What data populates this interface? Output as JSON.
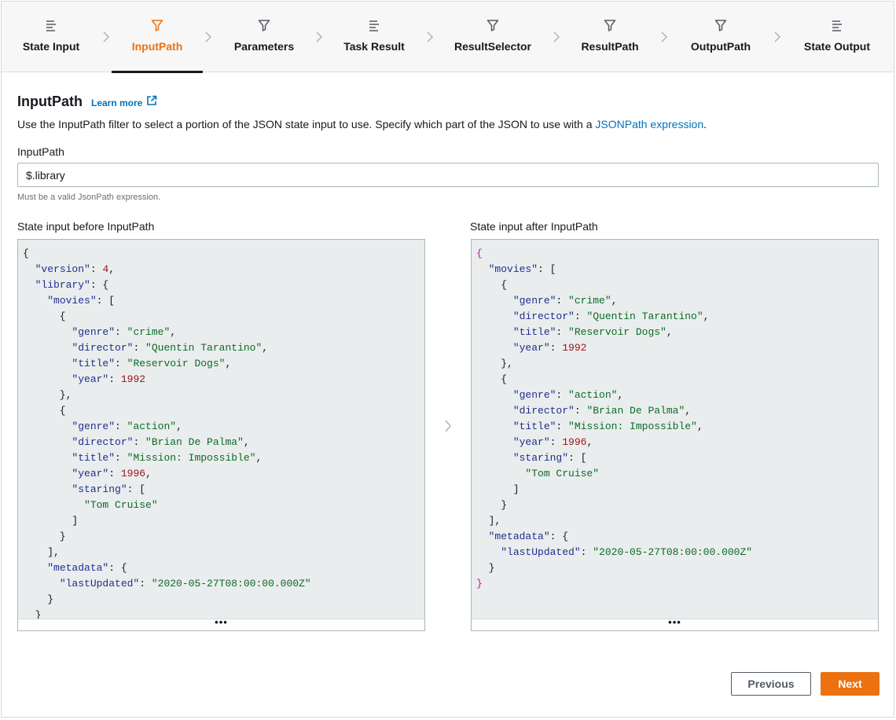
{
  "steps": [
    {
      "label": "State Input",
      "icon": "list-icon"
    },
    {
      "label": "InputPath",
      "icon": "filter-icon"
    },
    {
      "label": "Parameters",
      "icon": "filter-icon"
    },
    {
      "label": "Task Result",
      "icon": "list-icon"
    },
    {
      "label": "ResultSelector",
      "icon": "filter-icon"
    },
    {
      "label": "ResultPath",
      "icon": "filter-icon"
    },
    {
      "label": "OutputPath",
      "icon": "filter-icon"
    },
    {
      "label": "State Output",
      "icon": "list-icon"
    }
  ],
  "active_step": "InputPath",
  "section": {
    "title": "InputPath",
    "learn_more": "Learn more",
    "description_prefix": "Use the InputPath filter to select a portion of the JSON state input to use. Specify which part of the JSON to use with a ",
    "description_link": "JSONPath expression",
    "description_suffix": "."
  },
  "input_field": {
    "label": "InputPath",
    "value": "$.library",
    "hint": "Must be a valid JsonPath expression."
  },
  "before_panel": {
    "title": "State input before InputPath",
    "lines": [
      [
        [
          "p",
          "{"
        ]
      ],
      [
        [
          "p",
          "  "
        ],
        [
          "k",
          "\"version\""
        ],
        [
          "p",
          ": "
        ],
        [
          "n",
          "4"
        ],
        [
          "p",
          ","
        ]
      ],
      [
        [
          "p",
          "  "
        ],
        [
          "k",
          "\"library\""
        ],
        [
          "p",
          ": {"
        ]
      ],
      [
        [
          "p",
          "    "
        ],
        [
          "k",
          "\"movies\""
        ],
        [
          "p",
          ": ["
        ]
      ],
      [
        [
          "p",
          "      {"
        ]
      ],
      [
        [
          "p",
          "        "
        ],
        [
          "k",
          "\"genre\""
        ],
        [
          "p",
          ": "
        ],
        [
          "s",
          "\"crime\""
        ],
        [
          "p",
          ","
        ]
      ],
      [
        [
          "p",
          "        "
        ],
        [
          "k",
          "\"director\""
        ],
        [
          "p",
          ": "
        ],
        [
          "s",
          "\"Quentin Tarantino\""
        ],
        [
          "p",
          ","
        ]
      ],
      [
        [
          "p",
          "        "
        ],
        [
          "k",
          "\"title\""
        ],
        [
          "p",
          ": "
        ],
        [
          "s",
          "\"Reservoir Dogs\""
        ],
        [
          "p",
          ","
        ]
      ],
      [
        [
          "p",
          "        "
        ],
        [
          "k",
          "\"year\""
        ],
        [
          "p",
          ": "
        ],
        [
          "n",
          "1992"
        ]
      ],
      [
        [
          "p",
          "      },"
        ]
      ],
      [
        [
          "p",
          "      {"
        ]
      ],
      [
        [
          "p",
          "        "
        ],
        [
          "k",
          "\"genre\""
        ],
        [
          "p",
          ": "
        ],
        [
          "s",
          "\"action\""
        ],
        [
          "p",
          ","
        ]
      ],
      [
        [
          "p",
          "        "
        ],
        [
          "k",
          "\"director\""
        ],
        [
          "p",
          ": "
        ],
        [
          "s",
          "\"Brian De Palma\""
        ],
        [
          "p",
          ","
        ]
      ],
      [
        [
          "p",
          "        "
        ],
        [
          "k",
          "\"title\""
        ],
        [
          "p",
          ": "
        ],
        [
          "s",
          "\"Mission: Impossible\""
        ],
        [
          "p",
          ","
        ]
      ],
      [
        [
          "p",
          "        "
        ],
        [
          "k",
          "\"year\""
        ],
        [
          "p",
          ": "
        ],
        [
          "n",
          "1996"
        ],
        [
          "p",
          ","
        ]
      ],
      [
        [
          "p",
          "        "
        ],
        [
          "k",
          "\"staring\""
        ],
        [
          "p",
          ": ["
        ]
      ],
      [
        [
          "p",
          "          "
        ],
        [
          "s",
          "\"Tom Cruise\""
        ]
      ],
      [
        [
          "p",
          "        ]"
        ]
      ],
      [
        [
          "p",
          "      }"
        ]
      ],
      [
        [
          "p",
          "    ],"
        ]
      ],
      [
        [
          "p",
          "    "
        ],
        [
          "k",
          "\"metadata\""
        ],
        [
          "p",
          ": {"
        ]
      ],
      [
        [
          "p",
          "      "
        ],
        [
          "k",
          "\"lastUpdated\""
        ],
        [
          "p",
          ": "
        ],
        [
          "s",
          "\"2020-05-27T08:00:00.000Z\""
        ]
      ],
      [
        [
          "p",
          "    }"
        ]
      ],
      [
        [
          "p",
          "  }"
        ]
      ],
      [
        [
          "p",
          "}"
        ]
      ]
    ]
  },
  "after_panel": {
    "title": "State input after InputPath",
    "lines": [
      [
        [
          "b",
          "{"
        ]
      ],
      [
        [
          "p",
          "  "
        ],
        [
          "k",
          "\"movies\""
        ],
        [
          "p",
          ": ["
        ]
      ],
      [
        [
          "p",
          "    {"
        ]
      ],
      [
        [
          "p",
          "      "
        ],
        [
          "k",
          "\"genre\""
        ],
        [
          "p",
          ": "
        ],
        [
          "s",
          "\"crime\""
        ],
        [
          "p",
          ","
        ]
      ],
      [
        [
          "p",
          "      "
        ],
        [
          "k",
          "\"director\""
        ],
        [
          "p",
          ": "
        ],
        [
          "s",
          "\"Quentin Tarantino\""
        ],
        [
          "p",
          ","
        ]
      ],
      [
        [
          "p",
          "      "
        ],
        [
          "k",
          "\"title\""
        ],
        [
          "p",
          ": "
        ],
        [
          "s",
          "\"Reservoir Dogs\""
        ],
        [
          "p",
          ","
        ]
      ],
      [
        [
          "p",
          "      "
        ],
        [
          "k",
          "\"year\""
        ],
        [
          "p",
          ": "
        ],
        [
          "n",
          "1992"
        ]
      ],
      [
        [
          "p",
          "    },"
        ]
      ],
      [
        [
          "p",
          "    {"
        ]
      ],
      [
        [
          "p",
          "      "
        ],
        [
          "k",
          "\"genre\""
        ],
        [
          "p",
          ": "
        ],
        [
          "s",
          "\"action\""
        ],
        [
          "p",
          ","
        ]
      ],
      [
        [
          "p",
          "      "
        ],
        [
          "k",
          "\"director\""
        ],
        [
          "p",
          ": "
        ],
        [
          "s",
          "\"Brian De Palma\""
        ],
        [
          "p",
          ","
        ]
      ],
      [
        [
          "p",
          "      "
        ],
        [
          "k",
          "\"title\""
        ],
        [
          "p",
          ": "
        ],
        [
          "s",
          "\"Mission: Impossible\""
        ],
        [
          "p",
          ","
        ]
      ],
      [
        [
          "p",
          "      "
        ],
        [
          "k",
          "\"year\""
        ],
        [
          "p",
          ": "
        ],
        [
          "n",
          "1996"
        ],
        [
          "p",
          ","
        ]
      ],
      [
        [
          "p",
          "      "
        ],
        [
          "k",
          "\"staring\""
        ],
        [
          "p",
          ": ["
        ]
      ],
      [
        [
          "p",
          "        "
        ],
        [
          "s",
          "\"Tom Cruise\""
        ]
      ],
      [
        [
          "p",
          "      ]"
        ]
      ],
      [
        [
          "p",
          "    }"
        ]
      ],
      [
        [
          "p",
          "  ],"
        ]
      ],
      [
        [
          "p",
          "  "
        ],
        [
          "k",
          "\"metadata\""
        ],
        [
          "p",
          ": {"
        ]
      ],
      [
        [
          "p",
          "    "
        ],
        [
          "k",
          "\"lastUpdated\""
        ],
        [
          "p",
          ": "
        ],
        [
          "s",
          "\"2020-05-27T08:00:00.000Z\""
        ]
      ],
      [
        [
          "p",
          "  }"
        ]
      ],
      [
        [
          "b",
          "}"
        ]
      ]
    ]
  },
  "resize_handle": "•••",
  "buttons": {
    "previous": "Previous",
    "next": "Next"
  },
  "colors": {
    "accent": "#ec7211",
    "link": "#0073bb",
    "json_key": "#1e2e8f",
    "json_string": "#0b6b26",
    "json_number": "#a0111a",
    "json_root_brace": "#d1099e"
  }
}
